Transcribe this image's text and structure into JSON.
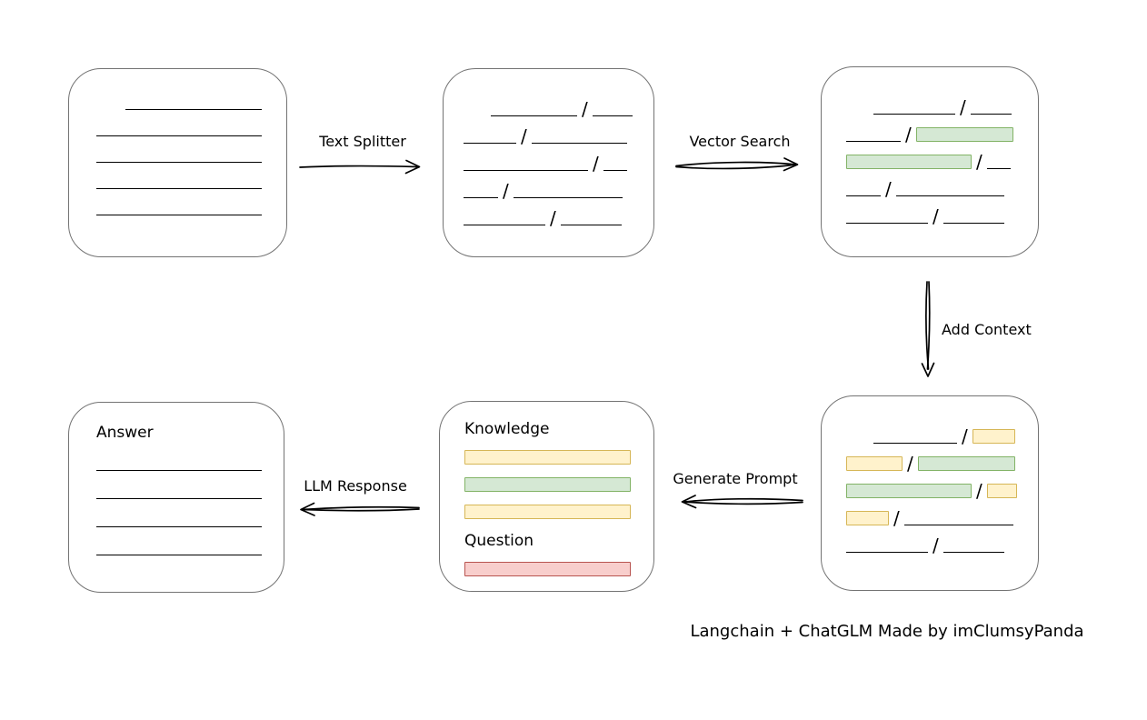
{
  "caption": "Langchain + ChatGLM Made by imClumsyPanda",
  "colors": {
    "line": "#000000",
    "node_border": "#737373",
    "green_fill": "#d5e8d4",
    "green_border": "#82b366",
    "yellow_fill": "#fff2cc",
    "yellow_border": "#d6b656",
    "red_fill": "#f8cecc",
    "red_border": "#b85450"
  },
  "arrows": {
    "text_splitter": "Text Splitter",
    "vector_search": "Vector Search",
    "add_context": "Add Context",
    "generate_prompt": "Generate Prompt",
    "llm_response": "LLM Response"
  },
  "nodes": {
    "document": {
      "lines": [
        {
          "indent": 32,
          "w": 150
        },
        {
          "indent": 0,
          "w": 182
        },
        {
          "indent": 0,
          "w": 182
        },
        {
          "indent": 0,
          "w": 182
        },
        {
          "indent": 0,
          "w": 182
        }
      ]
    },
    "chunks": {
      "rows": [
        {
          "indent": 30,
          "segs": [
            {
              "t": "line",
              "w": 95
            },
            {
              "t": "line",
              "w": 44
            }
          ]
        },
        {
          "indent": 0,
          "segs": [
            {
              "t": "line",
              "w": 58
            },
            {
              "t": "line",
              "w": 105
            }
          ]
        },
        {
          "indent": 0,
          "segs": [
            {
              "t": "line",
              "w": 137
            },
            {
              "t": "line",
              "w": 26
            }
          ]
        },
        {
          "indent": 0,
          "segs": [
            {
              "t": "line",
              "w": 38
            },
            {
              "t": "line",
              "w": 120
            }
          ]
        },
        {
          "indent": 0,
          "segs": [
            {
              "t": "line",
              "w": 90
            },
            {
              "t": "line",
              "w": 67
            }
          ]
        }
      ]
    },
    "vector_result": {
      "rows": [
        {
          "indent": 30,
          "segs": [
            {
              "t": "line",
              "w": 90
            },
            {
              "t": "line",
              "w": 45
            }
          ]
        },
        {
          "indent": 0,
          "segs": [
            {
              "t": "line",
              "w": 60
            },
            {
              "t": "chip",
              "c": "green",
              "w": 107
            }
          ]
        },
        {
          "indent": 0,
          "segs": [
            {
              "t": "chip",
              "c": "green",
              "w": 138
            },
            {
              "t": "line",
              "w": 26
            }
          ]
        },
        {
          "indent": 0,
          "segs": [
            {
              "t": "line",
              "w": 38
            },
            {
              "t": "line",
              "w": 119
            }
          ]
        },
        {
          "indent": 0,
          "segs": [
            {
              "t": "line",
              "w": 90
            },
            {
              "t": "line",
              "w": 67
            }
          ]
        }
      ]
    },
    "context_result": {
      "rows": [
        {
          "indent": 30,
          "segs": [
            {
              "t": "line",
              "w": 92
            },
            {
              "t": "chip",
              "c": "yellow",
              "w": 47
            }
          ]
        },
        {
          "indent": 0,
          "segs": [
            {
              "t": "chip",
              "c": "yellow",
              "w": 62
            },
            {
              "t": "chip",
              "c": "green",
              "w": 107
            }
          ]
        },
        {
          "indent": 0,
          "segs": [
            {
              "t": "chip",
              "c": "green",
              "w": 138
            },
            {
              "t": "chip",
              "c": "yellow",
              "w": 33
            }
          ]
        },
        {
          "indent": 0,
          "segs": [
            {
              "t": "chip",
              "c": "yellow",
              "w": 47
            },
            {
              "t": "line",
              "w": 120
            }
          ]
        },
        {
          "indent": 0,
          "segs": [
            {
              "t": "line",
              "w": 90
            },
            {
              "t": "line",
              "w": 67
            }
          ]
        }
      ]
    },
    "prompt": {
      "knowledge_label": "Knowledge",
      "question_label": "Question",
      "knowledge_bars": [
        "yellow",
        "green",
        "yellow"
      ],
      "question_bars": [
        "red"
      ]
    },
    "answer": {
      "title": "Answer",
      "line_count": 4,
      "line_w": 182
    }
  }
}
